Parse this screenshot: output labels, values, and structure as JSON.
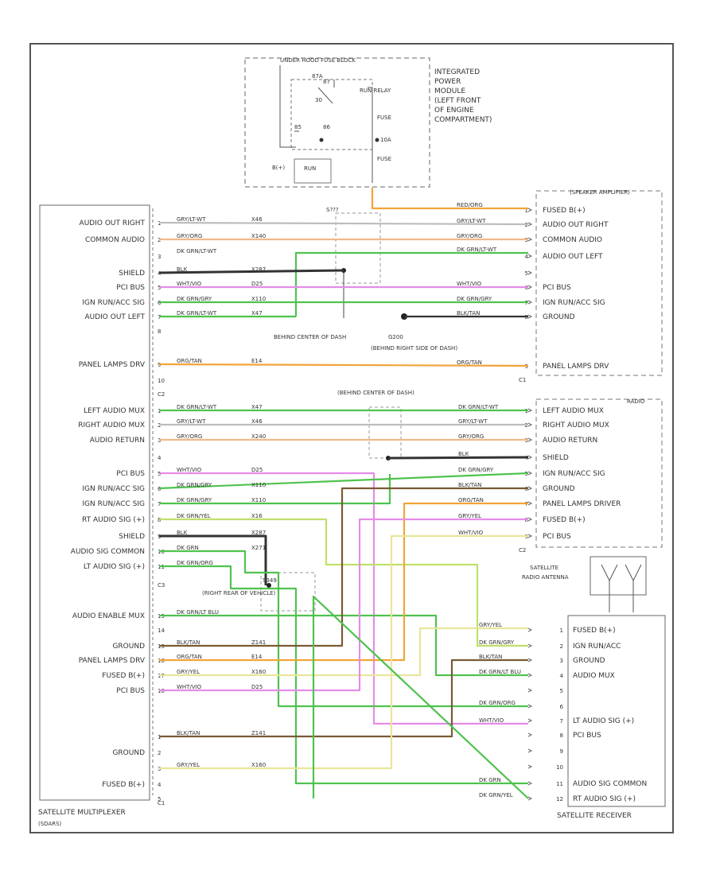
{
  "top_module": {
    "title": "UNDER HOOD FUSE BLOCK",
    "desc": [
      "INTEGRATED",
      "POWER",
      "MODULE",
      "(LEFT FRONT",
      "OF ENGINE",
      "COMPARTMENT)"
    ],
    "relay": "RUN RELAY",
    "fuse_a": "FUSE",
    "fuse_b": "FUSE",
    "bplus": "B(+)",
    "run": "RUN",
    "n30": "30",
    "n87": "87",
    "n85": "85",
    "n86": "86",
    "n87a": "87A",
    "fuse_num": "10A"
  },
  "splices": {
    "s1": "S???",
    "g1": "BEHIND CENTER OF DASH",
    "g1_code": "G200",
    "g1_right": "(BEHIND RIGHT SIDE OF DASH)",
    "g2": "(BEHIND CENTER OF DASH)",
    "g3": "S349",
    "g3_loc": "(RIGHT REAR OF VEHICLE)"
  },
  "multiplexer": {
    "name": "SATELLITE MULTIPLEXER",
    "name2": "(SDARS)",
    "c1_label": "C1",
    "c2_label": "C2",
    "c3_label": "C3",
    "pins_top": [
      {
        "label": "AUDIO OUT RIGHT",
        "pin": "1"
      },
      {
        "label": "COMMON AUDIO",
        "pin": "2"
      },
      {
        "label": "",
        "pin": "3"
      },
      {
        "label": "SHIELD",
        "pin": "4"
      },
      {
        "label": "PCI BUS",
        "pin": "5"
      },
      {
        "label": "IGN RUN/ACC SIG",
        "pin": "6"
      },
      {
        "label": "AUDIO OUT LEFT",
        "pin": "7"
      },
      {
        "label": "",
        "pin": "8"
      },
      {
        "label": "PANEL LAMPS DRV",
        "pin": "9"
      },
      {
        "label": "",
        "pin": "10"
      }
    ],
    "pins_mid": [
      {
        "label": "LEFT AUDIO MUX",
        "pin": "1"
      },
      {
        "label": "RIGHT AUDIO MUX",
        "pin": "2"
      },
      {
        "label": "AUDIO RETURN",
        "pin": "3"
      },
      {
        "label": "",
        "pin": "4"
      },
      {
        "label": "PCI BUS",
        "pin": "5"
      },
      {
        "label": "IGN RUN/ACC SIG",
        "pin": "6"
      },
      {
        "label": "IGN RUN/ACC SIG",
        "pin": "7"
      },
      {
        "label": "RT AUDIO SIG (+)",
        "pin": "8"
      },
      {
        "label": "SHIELD",
        "pin": "9"
      },
      {
        "label": "AUDIO SIG COMMON",
        "pin": "10"
      },
      {
        "label": "LT AUDIO SIG (+)",
        "pin": "11"
      }
    ],
    "pins_low": [
      {
        "label": "AUDIO ENABLE MUX",
        "pin": "13"
      },
      {
        "label": "",
        "pin": "14"
      },
      {
        "label": "GROUND",
        "pin": "15"
      },
      {
        "label": "PANEL LAMPS DRV",
        "pin": "16"
      },
      {
        "label": "FUSED B(+)",
        "pin": "17"
      },
      {
        "label": "PCI BUS",
        "pin": "18"
      }
    ],
    "pins_c3": [
      {
        "label": "",
        "pin": "1"
      },
      {
        "label": "GROUND",
        "pin": "2"
      },
      {
        "label": "",
        "pin": "3"
      },
      {
        "label": "FUSED B(+)",
        "pin": "4"
      },
      {
        "label": "",
        "pin": "5"
      }
    ]
  },
  "wires_top": [
    {
      "code": "GRY/LT-WT",
      "circuit": "X46",
      "color": "#bdbdbd"
    },
    {
      "code": "GRY/ORG",
      "circuit": "X140",
      "color": "#f0b98a"
    },
    {
      "code": "DK GRN/LT-WT",
      "circuit": "",
      "color": "#4fc24f"
    },
    {
      "code": "BLK",
      "circuit": "X287",
      "color": "#333333"
    },
    {
      "code": "WHT/VIO",
      "circuit": "D25",
      "color": "#e58ce8"
    },
    {
      "code": "DK GRN/GRY",
      "circuit": "X110",
      "color": "#4fc24f"
    },
    {
      "code": "DK GRN/LT-WT",
      "circuit": "X47",
      "color": "#4fc24f"
    },
    {
      "code": "ORG/TAN",
      "circuit": "E14",
      "color": "#f2a43a"
    }
  ],
  "wires_mid": [
    {
      "code": "DK GRN/LT-WT",
      "circuit": "X47",
      "color": "#4fc24f"
    },
    {
      "code": "GRY/LT-WT",
      "circuit": "X46",
      "color": "#bdbdbd"
    },
    {
      "code": "GRY/ORG",
      "circuit": "X240",
      "color": "#f0b98a"
    },
    {
      "code": "WHT/VIO",
      "circuit": "D25",
      "color": "#e58ce8"
    },
    {
      "code": "DK GRN/GRY",
      "circuit": "X110",
      "color": "#4fc24f"
    },
    {
      "code": "DK GRN/GRY",
      "circuit": "X110",
      "color": "#4fc24f"
    },
    {
      "code": "DK GRN/YEL",
      "circuit": "X16",
      "color": "#bfe06a"
    },
    {
      "code": "BLK",
      "circuit": "X287",
      "color": "#333333"
    },
    {
      "code": "DK GRN",
      "circuit": "X271",
      "color": "#4fc24f"
    },
    {
      "code": "DK GRN/ORG",
      "circuit": "",
      "color": "#4fc24f"
    },
    {
      "code": "DK GRN/LT BLU",
      "circuit": "",
      "color": "#4fc24f"
    },
    {
      "code": "BLK/TAN",
      "circuit": "Z141",
      "color": "#7a5a34"
    },
    {
      "code": "ORG/TAN",
      "circuit": "E14",
      "color": "#f2a43a"
    },
    {
      "code": "GRY/YEL",
      "circuit": "X160",
      "color": "#e8e59a"
    },
    {
      "code": "WHT/VIO",
      "circuit": "D25",
      "color": "#e58ce8"
    },
    {
      "code": "BLK/TAN",
      "circuit": "Z141",
      "color": "#7a5a34"
    },
    {
      "code": "GRY/YEL",
      "circuit": "X160",
      "color": "#e8e59a"
    }
  ],
  "amplifier": {
    "name": "(SPEAKER AMPLIFIER)",
    "c1_label": "C1",
    "pins": [
      {
        "label": "FUSED B(+)",
        "pin": "1"
      },
      {
        "label": "AUDIO OUT RIGHT",
        "pin": "2"
      },
      {
        "label": "COMMON AUDIO",
        "pin": "3"
      },
      {
        "label": "AUDIO OUT LEFT",
        "pin": "4"
      },
      {
        "label": "",
        "pin": "5"
      },
      {
        "label": "PCI BUS",
        "pin": "6"
      },
      {
        "label": "IGN RUN/ACC SIG",
        "pin": "7"
      },
      {
        "label": "GROUND",
        "pin": "8"
      },
      {
        "label": "PANEL LAMPS DRV",
        "pin": "9"
      }
    ],
    "wires": [
      {
        "code": "RED/ORG",
        "color": "#f2a43a"
      },
      {
        "code": "GRY/LT-WT",
        "color": "#bdbdbd"
      },
      {
        "code": "GRY/ORG",
        "color": "#f0b98a"
      },
      {
        "code": "DK GRN/LT-WT",
        "color": "#4fc24f"
      },
      {
        "code": "WHT/VIO",
        "color": "#e58ce8"
      },
      {
        "code": "DK GRN/GRY",
        "color": "#4fc24f"
      },
      {
        "code": "BLK/TAN",
        "color": "#333333"
      },
      {
        "code": "ORG/TAN",
        "color": "#f2a43a"
      }
    ]
  },
  "radio": {
    "name": "RADIO",
    "c2_label": "C2",
    "pins": [
      {
        "label": "LEFT AUDIO MUX",
        "pin": "1"
      },
      {
        "label": "RIGHT AUDIO MUX",
        "pin": "2"
      },
      {
        "label": "AUDIO RETURN",
        "pin": "3"
      },
      {
        "label": "SHIELD",
        "pin": "4"
      },
      {
        "label": "IGN RUN/ACC SIG",
        "pin": "5"
      },
      {
        "label": "GROUND",
        "pin": "6"
      },
      {
        "label": "PANEL LAMPS DRIVER",
        "pin": "7"
      },
      {
        "label": "FUSED B(+)",
        "pin": "8"
      },
      {
        "label": "PCI BUS",
        "pin": "9"
      }
    ],
    "wires": [
      {
        "code": "DK GRN/LT-WT",
        "color": "#4fc24f"
      },
      {
        "code": "GRY/LT-WT",
        "color": "#bdbdbd"
      },
      {
        "code": "GRY/ORG",
        "color": "#f0b98a"
      },
      {
        "code": "BLK",
        "color": "#333333"
      },
      {
        "code": "DK GRN/GRY",
        "color": "#4fc24f"
      },
      {
        "code": "BLK/TAN",
        "color": "#7a5a34"
      },
      {
        "code": "ORG/TAN",
        "color": "#f2a43a"
      },
      {
        "code": "GRY/YEL",
        "color": "#e8e59a"
      },
      {
        "code": "WHT/VIO",
        "color": "#e58ce8"
      }
    ]
  },
  "antenna": {
    "name": "SATELLITE",
    "name2": "RADIO ANTENNA"
  },
  "receiver": {
    "name": "SATELLITE RECEIVER",
    "pins": [
      {
        "label": "FUSED B(+)",
        "pin": "1"
      },
      {
        "label": "IGN RUN/ACC",
        "pin": "2"
      },
      {
        "label": "GROUND",
        "pin": "3"
      },
      {
        "label": "AUDIO MUX",
        "pin": "4"
      },
      {
        "label": "",
        "pin": "5"
      },
      {
        "label": "",
        "pin": "6"
      },
      {
        "label": "LT AUDIO SIG (+)",
        "pin": "7"
      },
      {
        "label": "PCI BUS",
        "pin": "8"
      },
      {
        "label": "",
        "pin": "9"
      },
      {
        "label": "",
        "pin": "10"
      },
      {
        "label": "AUDIO SIG COMMON",
        "pin": "11"
      },
      {
        "label": "RT AUDIO SIG (+)",
        "pin": "12"
      }
    ],
    "wires": [
      {
        "code": "GRY/YEL",
        "color": "#e8e59a"
      },
      {
        "code": "DK GRN/GRY",
        "color": "#4fc24f"
      },
      {
        "code": "BLK/TAN",
        "color": "#7a5a34"
      },
      {
        "code": "DK GRN/LT BLU",
        "color": "#4fc24f"
      },
      {
        "code": "DK GRN/ORG",
        "color": "#bfe06a"
      },
      {
        "code": "WHT/VIO",
        "color": "#e58ce8"
      },
      {
        "code": "DK GRN",
        "color": "#4fc24f"
      },
      {
        "code": "DK GRN/YEL",
        "color": "#4fc24f"
      }
    ]
  }
}
